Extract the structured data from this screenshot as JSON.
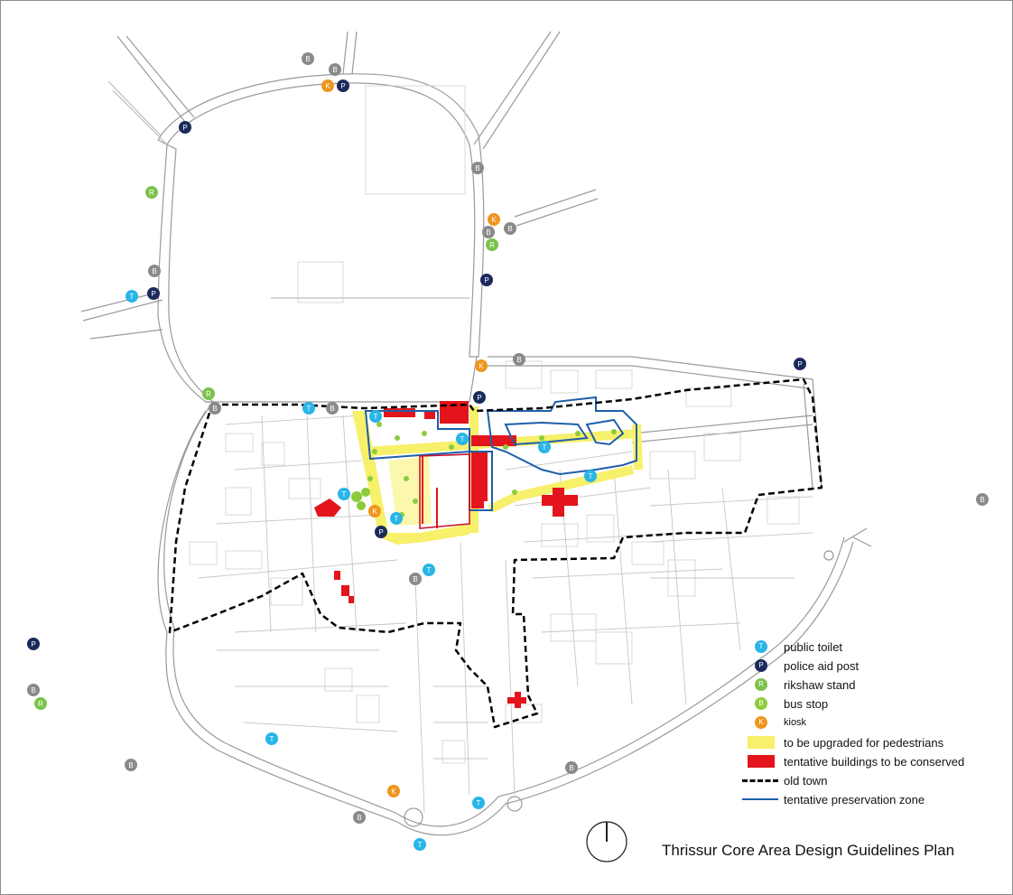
{
  "title": "Thrissur Core Area Design Guidelines Plan",
  "colors": {
    "public_toilet": "#29b5e8",
    "police_aid_post": "#1b2a5c",
    "rikshaw_stand": "#7cc24a",
    "bus_stop": "#8a8a8a",
    "kiosk": "#f0951e",
    "pedestrian_zone": "#f7f06a",
    "conserved_buildings": "#e3141b",
    "preservation_zone": "#1f5fa8",
    "old_town": "#000000"
  },
  "legend": {
    "public_toilet": {
      "label": "public toilet",
      "letter": "T"
    },
    "police_aid_post": {
      "label": "police aid post",
      "letter": "P"
    },
    "rikshaw_stand": {
      "label": "rikshaw stand",
      "letter": "R"
    },
    "bus_stop": {
      "label": "bus stop",
      "letter": "B"
    },
    "kiosk": {
      "label": "kiosk",
      "letter": "K"
    },
    "pedestrian_zone": {
      "label": "to be upgraded for pedestrians"
    },
    "conserved_buildings": {
      "label": "tentative buildings to be conserved"
    },
    "old_town": {
      "label": "old town"
    },
    "preservation_zone": {
      "label": "tentative preservation zone"
    }
  },
  "markers": {
    "T": {
      "letter": "T",
      "color": "#29b5e8"
    },
    "P": {
      "letter": "P",
      "color": "#1b2a5c"
    },
    "R": {
      "letter": "R",
      "color": "#7cc24a"
    },
    "B": {
      "letter": "B",
      "color": "#8a8a8a"
    },
    "K": {
      "letter": "K",
      "color": "#f0951e"
    }
  }
}
